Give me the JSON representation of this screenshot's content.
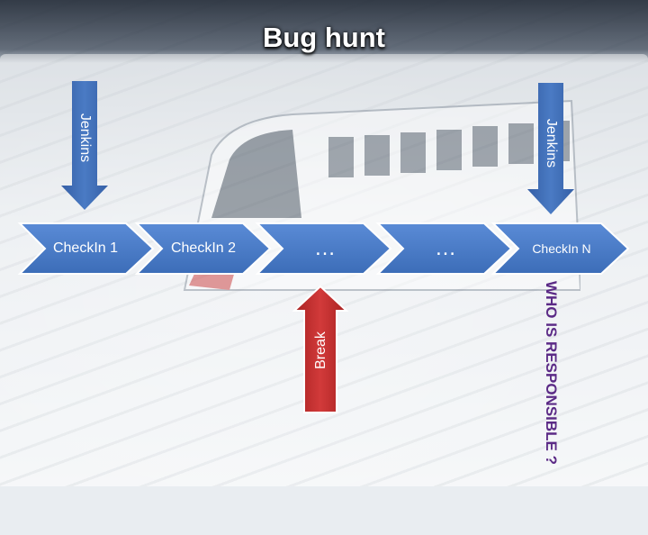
{
  "title": "Bug hunt",
  "steps": [
    {
      "label": "CheckIn 1"
    },
    {
      "label": "CheckIn 2"
    },
    {
      "label": "…"
    },
    {
      "label": "…"
    },
    {
      "label": "CheckIn N"
    }
  ],
  "triggers": {
    "left": "Jenkins",
    "right": "Jenkins"
  },
  "break_label": "Break",
  "responsibility_label": "WHO IS RESPONSIBLE ?",
  "colors": {
    "chevron_fill": "#4a7bc4",
    "chevron_edge": "#ffffff",
    "jenkins_arrow": "#4370ba",
    "break_arrow": "#c02c2c",
    "responsibility_text": "#5b2a86"
  }
}
